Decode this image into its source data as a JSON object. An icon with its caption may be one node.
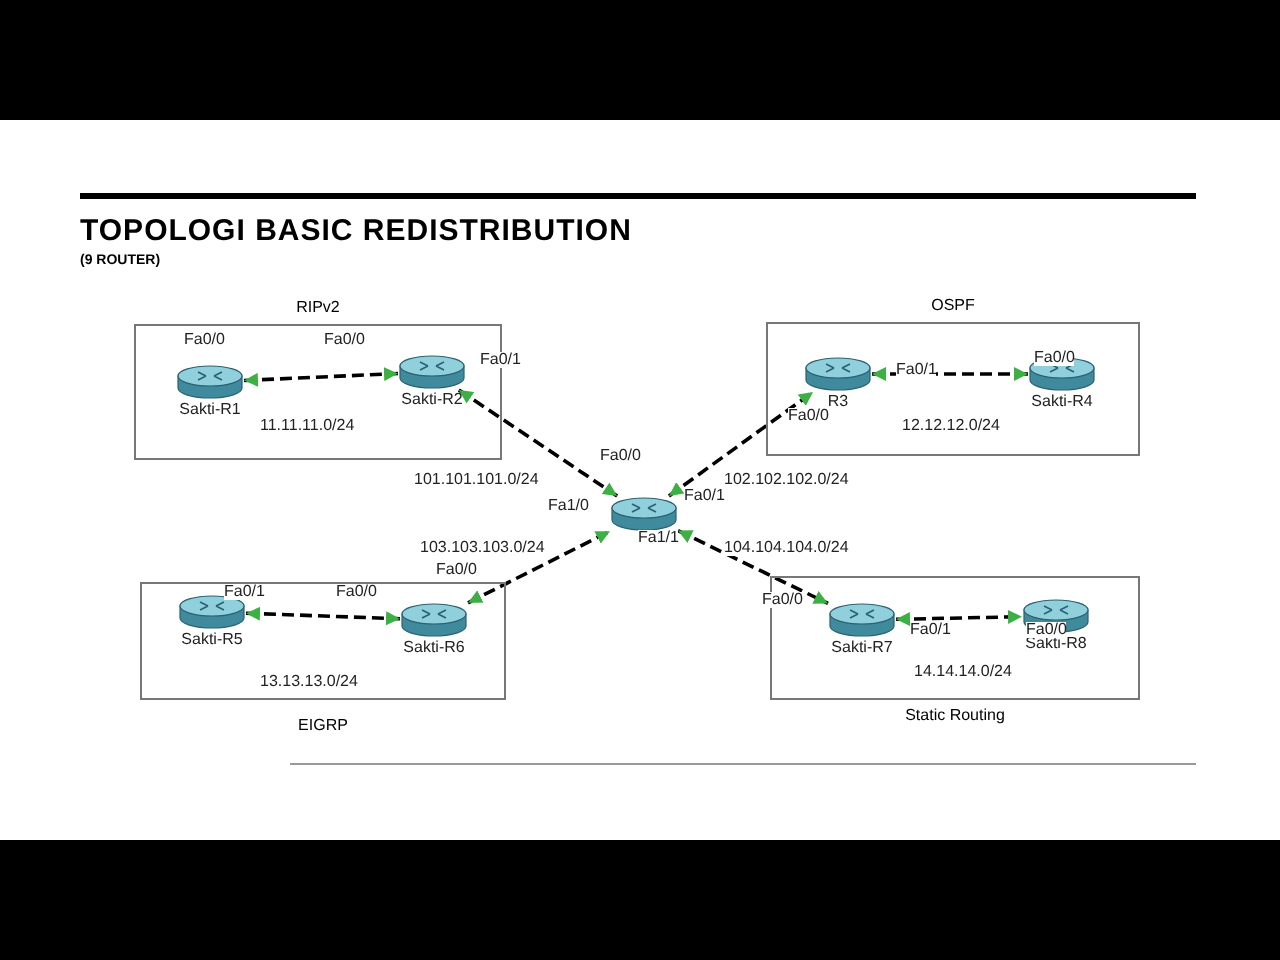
{
  "diagram": {
    "title": "TOPOLOGI BASIC REDISTRIBUTION",
    "caption": "(9 ROUTER)",
    "nodes": [
      {
        "text": [
          "RIPv2"
        ]
      },
      {
        "text": [
          "Sakti-R1"
        ],
        "in": 0
      },
      {
        "text": [
          "Sakti-R2"
        ],
        "in": 0
      },
      {
        "text": [
          "OSPF"
        ]
      },
      {
        "text": [
          "R3"
        ],
        "in": 3
      },
      {
        "text": [
          "Sakti-R4"
        ],
        "in": 3
      },
      {
        "text": [],
        "shape": "cylinder"
      },
      {
        "text": [
          "EIGRP"
        ]
      },
      {
        "text": [
          "Sakti-R5"
        ],
        "in": 7
      },
      {
        "text": [
          "Sakti-R6"
        ],
        "in": 7
      },
      {
        "text": [
          "Static Routing"
        ]
      },
      {
        "text": [
          "Sakti-R7"
        ],
        "in": 10
      },
      {
        "text": [
          "Sakti-R8"
        ],
        "in": 10
      }
    ],
    "edges": [
      {
        "from": 1,
        "to": 2,
        "arrow": "both",
        "style": "dashed"
      },
      {
        "from": 2,
        "to": 6,
        "arrow": "both",
        "style": "dashed"
      },
      {
        "from": 6,
        "to": 4,
        "arrow": "both",
        "style": "dashed"
      },
      {
        "from": 4,
        "to": 5,
        "arrow": "both",
        "style": "dashed"
      },
      {
        "from": 9,
        "to": 6,
        "arrow": "both",
        "style": "dashed"
      },
      {
        "from": 8,
        "to": 9,
        "arrow": "both",
        "style": "dashed"
      },
      {
        "from": 6,
        "to": 11,
        "arrow": "both",
        "style": "dashed"
      },
      {
        "from": 11,
        "to": 12,
        "arrow": "both",
        "style": "dashed"
      }
    ],
    "labels": [
      "Fa0/0",
      "Fa0/0",
      "Fa0/1",
      "11.11.11.0/24",
      "Fa0/1",
      "Fa0/0",
      "Fa0/0",
      "12.12.12.0/24",
      "Fa0/0",
      "101.101.101.0/24",
      "102.102.102.0/24",
      "Fa0/1",
      "Fa1/0",
      "Fa1/1",
      "103.103.103.0/24",
      "104.104.104.0/24",
      "Fa0/0",
      "Fa0/1",
      "Fa0/0",
      "13.13.13.0/24",
      "Fa0/0",
      "Fa0/1",
      "Fa0/0",
      "14.14.14.0/24"
    ]
  }
}
